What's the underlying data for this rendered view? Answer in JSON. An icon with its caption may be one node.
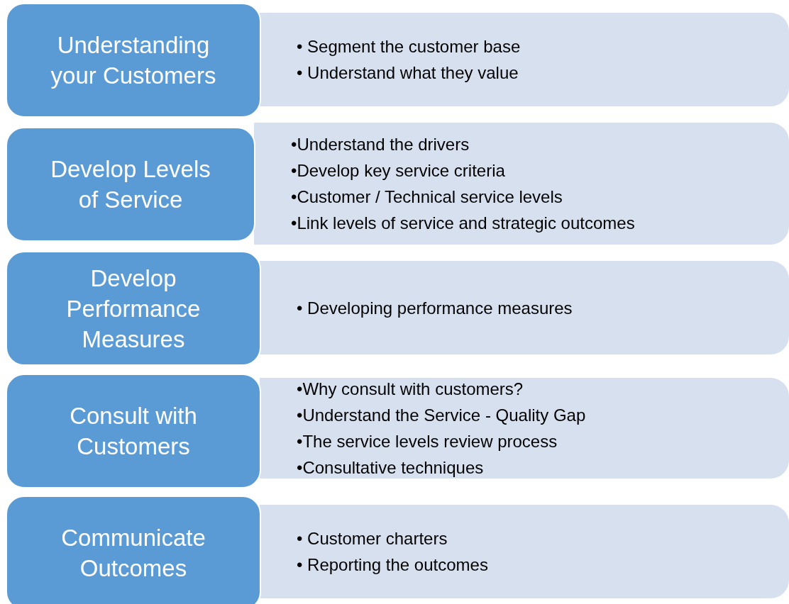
{
  "diagram": {
    "nodes": [
      {
        "text": [
          "Understanding your Customers"
        ]
      },
      {
        "text": [
          "• Segment the customer base",
          "• Understand what they value"
        ]
      },
      {
        "text": [
          "Develop Levels of Service"
        ]
      },
      {
        "text": [
          "•Understand the drivers",
          "•Develop key service criteria",
          "•Customer / Technical service levels",
          "•Link levels of service and strategic outcomes"
        ]
      },
      {
        "text": [
          "Develop Performance Measures"
        ]
      },
      {
        "text": [
          "• Developing performance measures"
        ]
      },
      {
        "text": [
          "Consult with Customers"
        ]
      },
      {
        "text": [
          "•Why consult with customers?",
          "•Understand the Service - Quality Gap",
          "•The service levels review process",
          "•Consultative techniques"
        ]
      },
      {
        "text": [
          "Communicate Outcomes"
        ]
      },
      {
        "text": [
          "• Customer charters",
          "• Reporting the outcomes"
        ]
      }
    ],
    "edges": []
  }
}
